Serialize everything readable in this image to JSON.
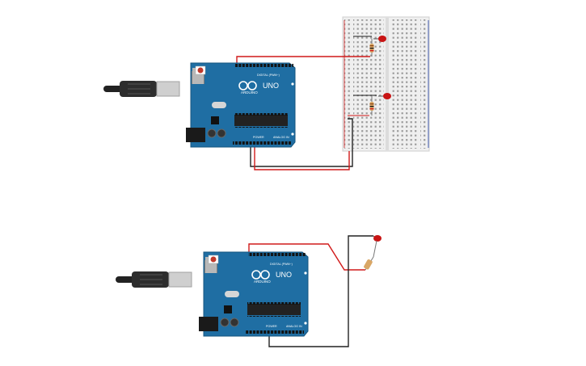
{
  "colors": {
    "board": "#1f6ea3",
    "board_edge": "#17567f",
    "wire_red": "#d11a1a",
    "wire_black": "#222222",
    "led": "#c81414",
    "breadboard": "#efefef"
  },
  "circuit_top": {
    "board_brand": "ARDUINO",
    "board_model": "UNO",
    "digital_label": "DIGITAL (PWM~)",
    "power_label": "POWER",
    "analog_label": "ANALOG IN"
  },
  "circuit_bottom": {
    "board_brand": "ARDUINO",
    "board_model": "UNO",
    "digital_label": "DIGITAL (PWM~)",
    "power_label": "POWER",
    "analog_label": "ANALOG IN"
  }
}
